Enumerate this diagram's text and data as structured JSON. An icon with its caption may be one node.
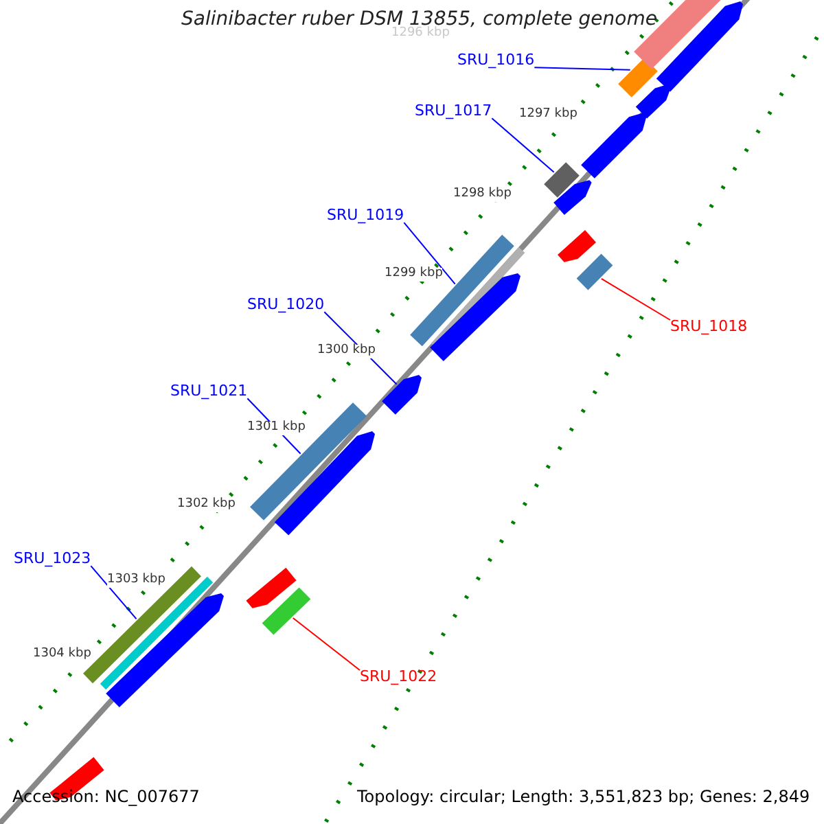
{
  "diagram": {
    "title": "Salinibacter ruber DSM 13855, complete genome",
    "nodes": [
      {
        "text": [
          "SRU_1016"
        ]
      },
      {
        "text": [
          "SRU_1017"
        ]
      },
      {
        "text": [
          "SRU_1019"
        ]
      },
      {
        "text": [
          "SRU_1018"
        ]
      },
      {
        "text": [
          "SRU_1020"
        ]
      },
      {
        "text": [
          "SRU_1021"
        ]
      },
      {
        "text": [
          "SRU_1023"
        ]
      },
      {
        "text": [
          "SRU_1022"
        ]
      },
      {
        "text": [],
        "shape": "bar"
      },
      {
        "text": [],
        "shape": "bar"
      },
      {
        "text": [],
        "shape": "bar"
      },
      {
        "text": [],
        "shape": "bar"
      },
      {
        "text": [],
        "shape": "arrow"
      },
      {
        "text": [],
        "shape": "bar"
      },
      {
        "text": [],
        "shape": "bar"
      },
      {
        "text": [],
        "shape": "bar"
      },
      {
        "text": [],
        "shape": "bar"
      },
      {
        "text": [],
        "shape": "arrow"
      },
      {
        "text": [],
        "shape": "arrow"
      },
      {
        "text": [],
        "shape": "arrow"
      },
      {
        "text": [],
        "shape": "arrow"
      },
      {
        "text": [],
        "shape": "arrow"
      },
      {
        "text": [],
        "shape": "bar"
      },
      {
        "text": [],
        "shape": "arrow"
      },
      {
        "text": [],
        "shape": "arrow"
      },
      {
        "text": [],
        "shape": "arrow"
      },
      {
        "text": [],
        "shape": "bar"
      },
      {
        "text": [],
        "shape": "arrow"
      },
      {
        "text": [],
        "shape": "arrow"
      }
    ],
    "edges": [
      {
        "from": 0,
        "to": 8,
        "arrow": "none"
      },
      {
        "from": 1,
        "to": 9,
        "arrow": "none"
      },
      {
        "from": 2,
        "to": 10,
        "arrow": "none"
      },
      {
        "from": 3,
        "to": 11,
        "arrow": "none",
        "color": "#ff0000"
      },
      {
        "from": 4,
        "to": 12,
        "arrow": "none"
      },
      {
        "from": 5,
        "to": 13,
        "arrow": "none"
      },
      {
        "from": 6,
        "to": 14,
        "arrow": "none"
      },
      {
        "from": 7,
        "to": 15,
        "arrow": "none",
        "color": "#ff0000"
      }
    ],
    "labels": [
      "1296 kbp",
      "1297 kbp",
      "1298 kbp",
      "1299 kbp",
      "1300 kbp",
      "1301 kbp",
      "1302 kbp",
      "1303 kbp",
      "1304 kbp",
      "Accession: NC_007677",
      "Topology: circular; Length: 3,551,823 bp; Genes: 2,849"
    ]
  }
}
